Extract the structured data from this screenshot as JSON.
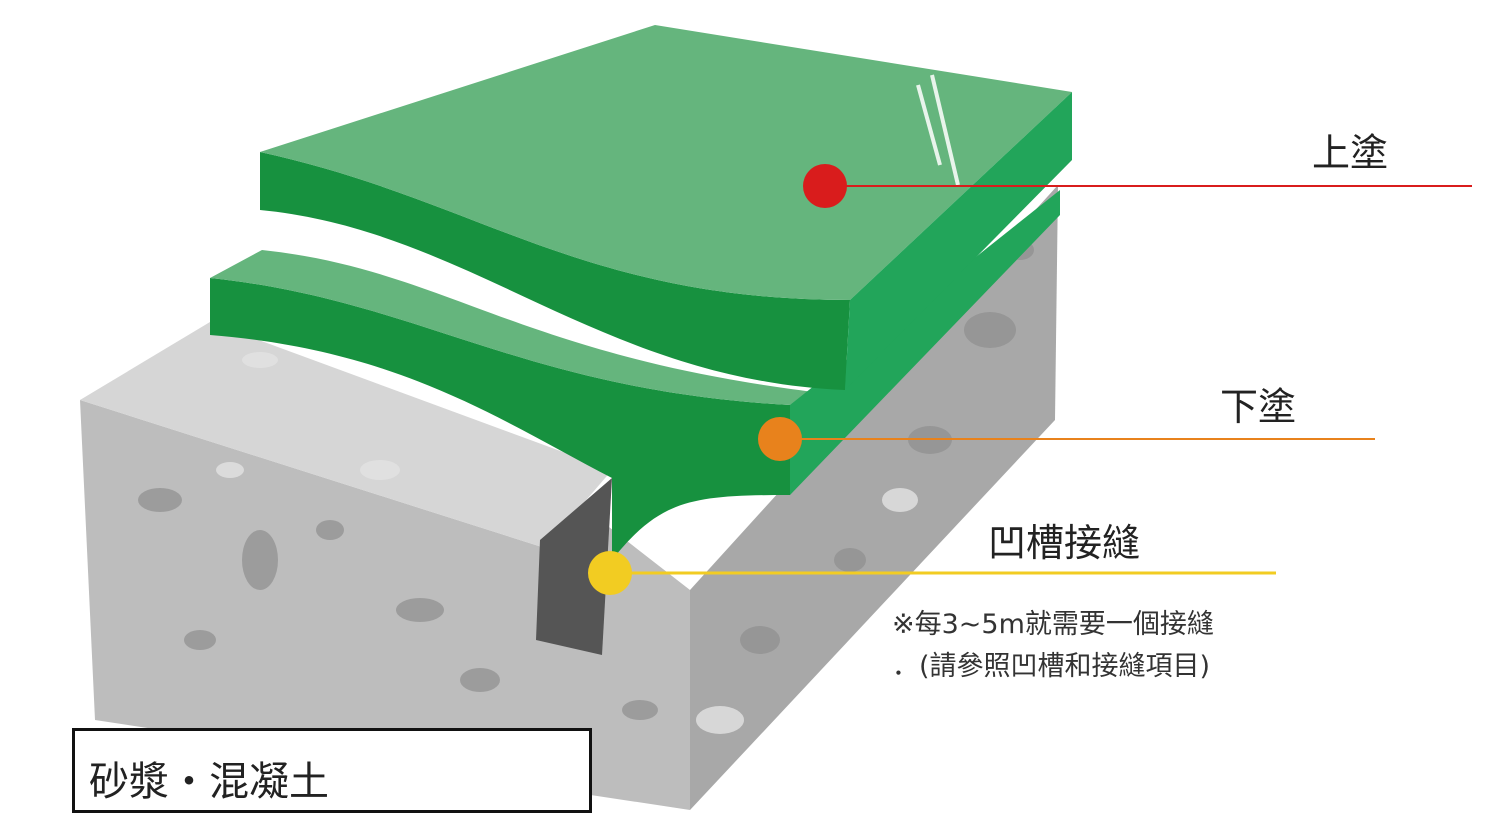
{
  "labels": {
    "top_coat": "上塗",
    "base_coat": "下塗",
    "groove_joint": "凹槽接縫",
    "note_line1": "※每3~5m就需要一個接縫",
    "note_line2": "．(請參照凹槽和接縫項目)",
    "substrate": "砂漿・混凝土"
  },
  "colors": {
    "top_coat_marker": "#d91c1c",
    "base_coat_marker": "#e8821c",
    "groove_marker": "#f2cc22",
    "coating_light": "#65b57d",
    "coating_dark": "#17913f",
    "concrete": "#bdbdbd"
  }
}
